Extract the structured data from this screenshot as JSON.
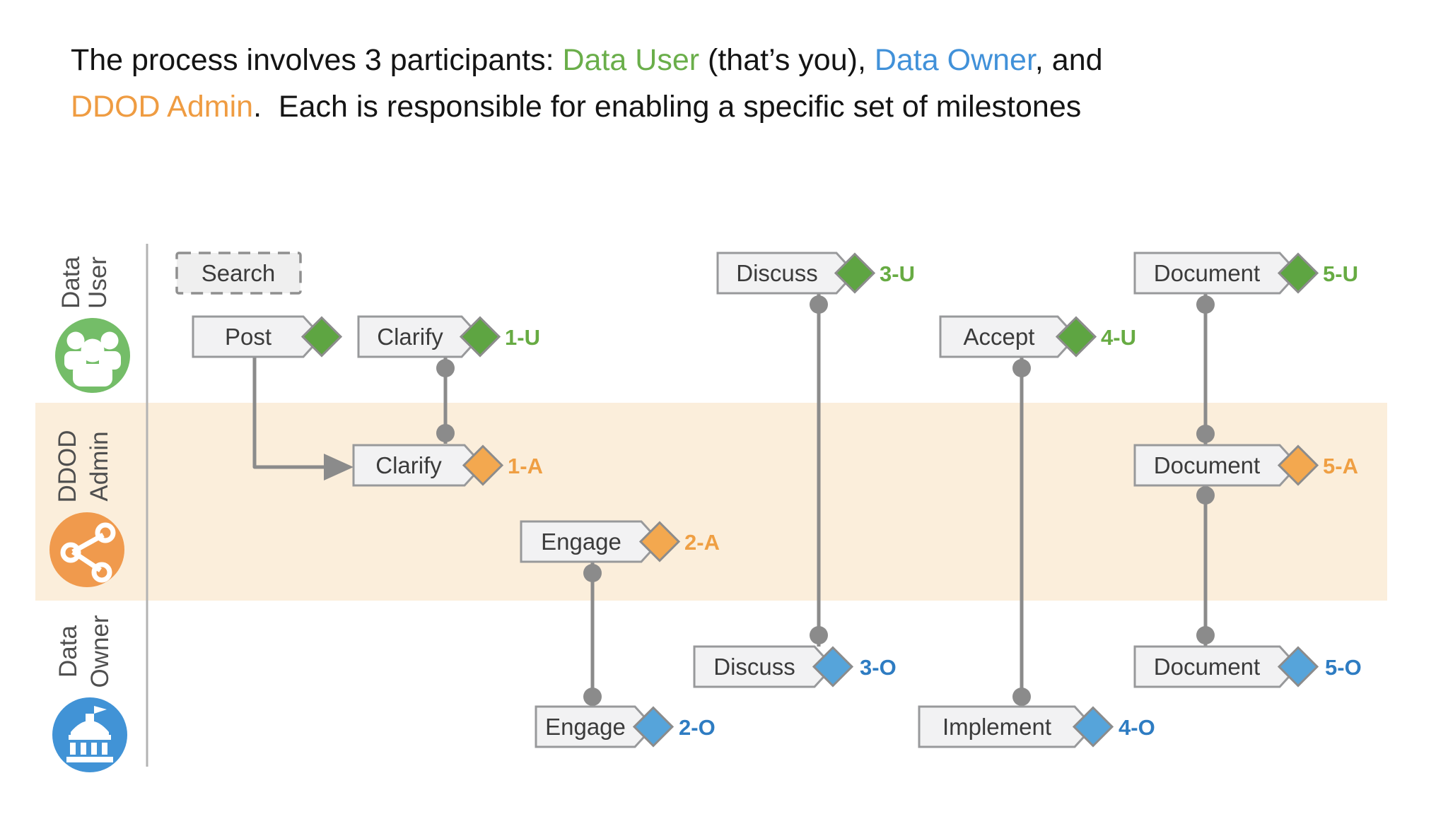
{
  "header": {
    "line1_pre": "The process involves 3 participants: ",
    "participant_user": "Data User",
    "line1_mid": " (that’s you), ",
    "participant_owner": "Data Owner",
    "line1_end": ", and",
    "participant_admin": "DDOD Admin",
    "line2_rest": ".  Each is responsible for enabling a specific set of milestones"
  },
  "lanes": {
    "user": {
      "line1": "Data",
      "line2": "User",
      "color": "#74bd68",
      "icon": "group-people-icon"
    },
    "admin": {
      "line1": "DDOD",
      "line2": "Admin",
      "color": "#f09a4d",
      "icon": "share-network-icon"
    },
    "owner": {
      "line1": "Data",
      "line2": "Owner",
      "color": "#4193d6",
      "icon": "government-building-icon"
    }
  },
  "milestones": {
    "search": {
      "label": "Search"
    },
    "post": {
      "label": "Post"
    },
    "clarify_1u": {
      "label": "Clarify",
      "code": "1-U"
    },
    "discuss_3u": {
      "label": "Discuss",
      "code": "3-U"
    },
    "accept_4u": {
      "label": "Accept",
      "code": "4-U"
    },
    "document_5u": {
      "label": "Document",
      "code": "5-U"
    },
    "clarify_1a": {
      "label": "Clarify",
      "code": "1-A"
    },
    "engage_2a": {
      "label": "Engage",
      "code": "2-A"
    },
    "document_5a": {
      "label": "Document",
      "code": "5-A"
    },
    "engage_2o": {
      "label": "Engage",
      "code": "2-O"
    },
    "discuss_3o": {
      "label": "Discuss",
      "code": "3-O"
    },
    "implement_4o": {
      "label": "Implement",
      "code": "4-O"
    },
    "document_5o": {
      "label": "Document",
      "code": "5-O"
    }
  },
  "colors": {
    "green_text": "#6aae4a",
    "blue_text": "#4191d9",
    "orange_text": "#ef9c42",
    "green_diamond": "#5ea542",
    "blue_diamond": "#56a4da",
    "orange_diamond": "#f3a84f",
    "green_code": "#67ab43",
    "blue_code": "#2e7cc2",
    "orange_code": "#ef9f43",
    "admin_band": "#fbeedb",
    "connector_gray": "#8b8b8b"
  }
}
